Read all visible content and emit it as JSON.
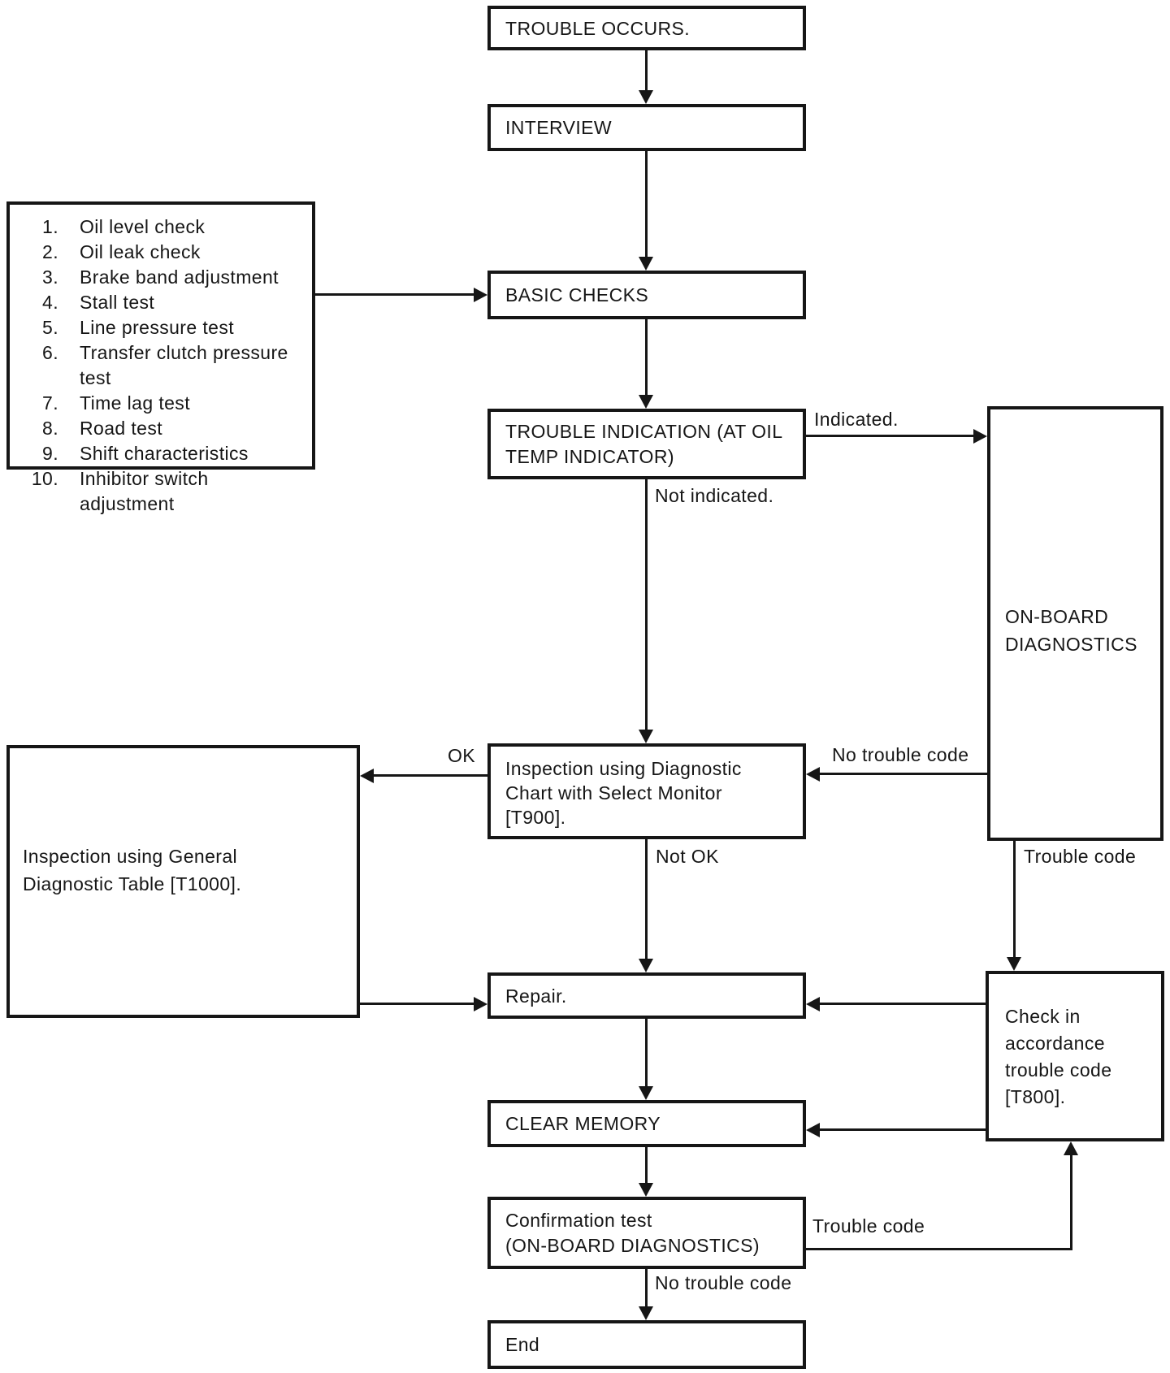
{
  "diagram": {
    "colors": {
      "ink": "#161616",
      "paper": "#ffffff"
    },
    "nodes": {
      "trouble_occurs": {
        "label": "TROUBLE OCCURS."
      },
      "interview": {
        "label": "INTERVIEW"
      },
      "basic_checks": {
        "label": "BASIC CHECKS"
      },
      "trouble_indication": {
        "lines": [
          "TROUBLE INDICATION (AT OIL",
          "TEMP INDICATOR)"
        ]
      },
      "on_board_diagnostics": {
        "lines": [
          "ON-BOARD",
          "DIAGNOSTICS"
        ]
      },
      "inspection_select_monitor": {
        "lines": [
          "Inspection using Diagnostic",
          "Chart with Select Monitor",
          "[T900]."
        ]
      },
      "inspection_general_table": {
        "lines": [
          "Inspection using General",
          "Diagnostic Table [T1000]."
        ]
      },
      "repair": {
        "label": "Repair."
      },
      "check_trouble_code": {
        "lines": [
          "Check in",
          "accordance",
          "trouble code",
          "[T800]."
        ]
      },
      "clear_memory": {
        "label": "CLEAR MEMORY"
      },
      "confirmation_test": {
        "lines": [
          "Confirmation test",
          "(ON-BOARD DIAGNOSTICS)"
        ]
      },
      "end": {
        "label": "End"
      }
    },
    "checklist": {
      "items": [
        {
          "num": "1.",
          "text": "Oil level check"
        },
        {
          "num": "2.",
          "text": "Oil leak check"
        },
        {
          "num": "3.",
          "text": "Brake band adjustment"
        },
        {
          "num": "4.",
          "text": "Stall test"
        },
        {
          "num": "5.",
          "text": "Line pressure test"
        },
        {
          "num": "6.",
          "text": "Transfer clutch pressure test"
        },
        {
          "num": "7.",
          "text": "Time lag test"
        },
        {
          "num": "8.",
          "text": "Road test"
        },
        {
          "num": "9.",
          "text": "Shift characteristics"
        },
        {
          "num": "10.",
          "text": "Inhibitor switch adjustment"
        }
      ]
    },
    "edge_labels": {
      "indicated": "Indicated.",
      "not_indicated": "Not indicated.",
      "no_trouble_code_onboard": "No trouble code",
      "trouble_code_onboard": "Trouble code",
      "ok": "OK",
      "not_ok": "Not OK",
      "trouble_code_confirmation": "Trouble code",
      "no_trouble_code_confirmation": "No trouble code"
    }
  }
}
